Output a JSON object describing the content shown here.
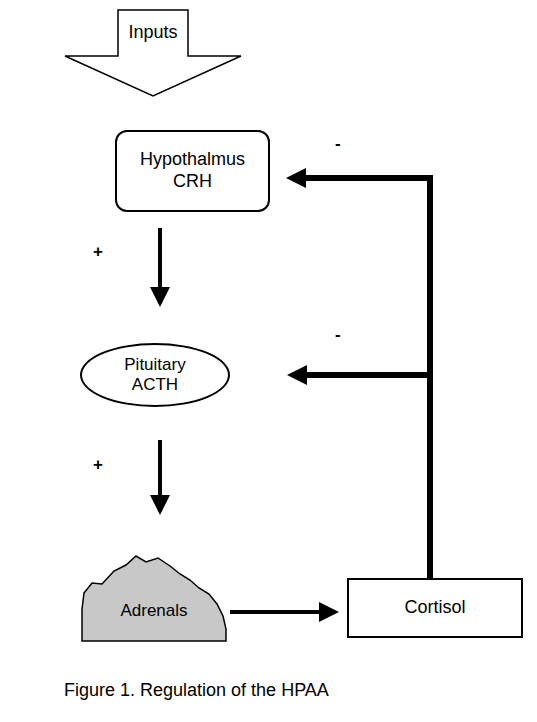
{
  "diagram": {
    "caption": "Figure 1. Regulation of the HPAA",
    "nodes": [
      {
        "text": [
          "Inputs"
        ]
      },
      {
        "text": [
          "Hypothalmus",
          "CRH"
        ]
      },
      {
        "text": [
          "Pituitary",
          "ACTH"
        ]
      },
      {
        "text": [
          "Adrenals"
        ]
      },
      {
        "text": [
          "Cortisol"
        ]
      }
    ],
    "edges": [
      {
        "from": 1,
        "to": 2,
        "label": "+",
        "arrow": "to"
      },
      {
        "from": 2,
        "to": 3,
        "label": "+",
        "arrow": "to"
      },
      {
        "from": 3,
        "to": 4,
        "arrow": "to"
      },
      {
        "from": 4,
        "to": 1,
        "label": "-",
        "arrow": "to"
      },
      {
        "from": 4,
        "to": 2,
        "label": "-",
        "arrow": "to"
      }
    ]
  }
}
